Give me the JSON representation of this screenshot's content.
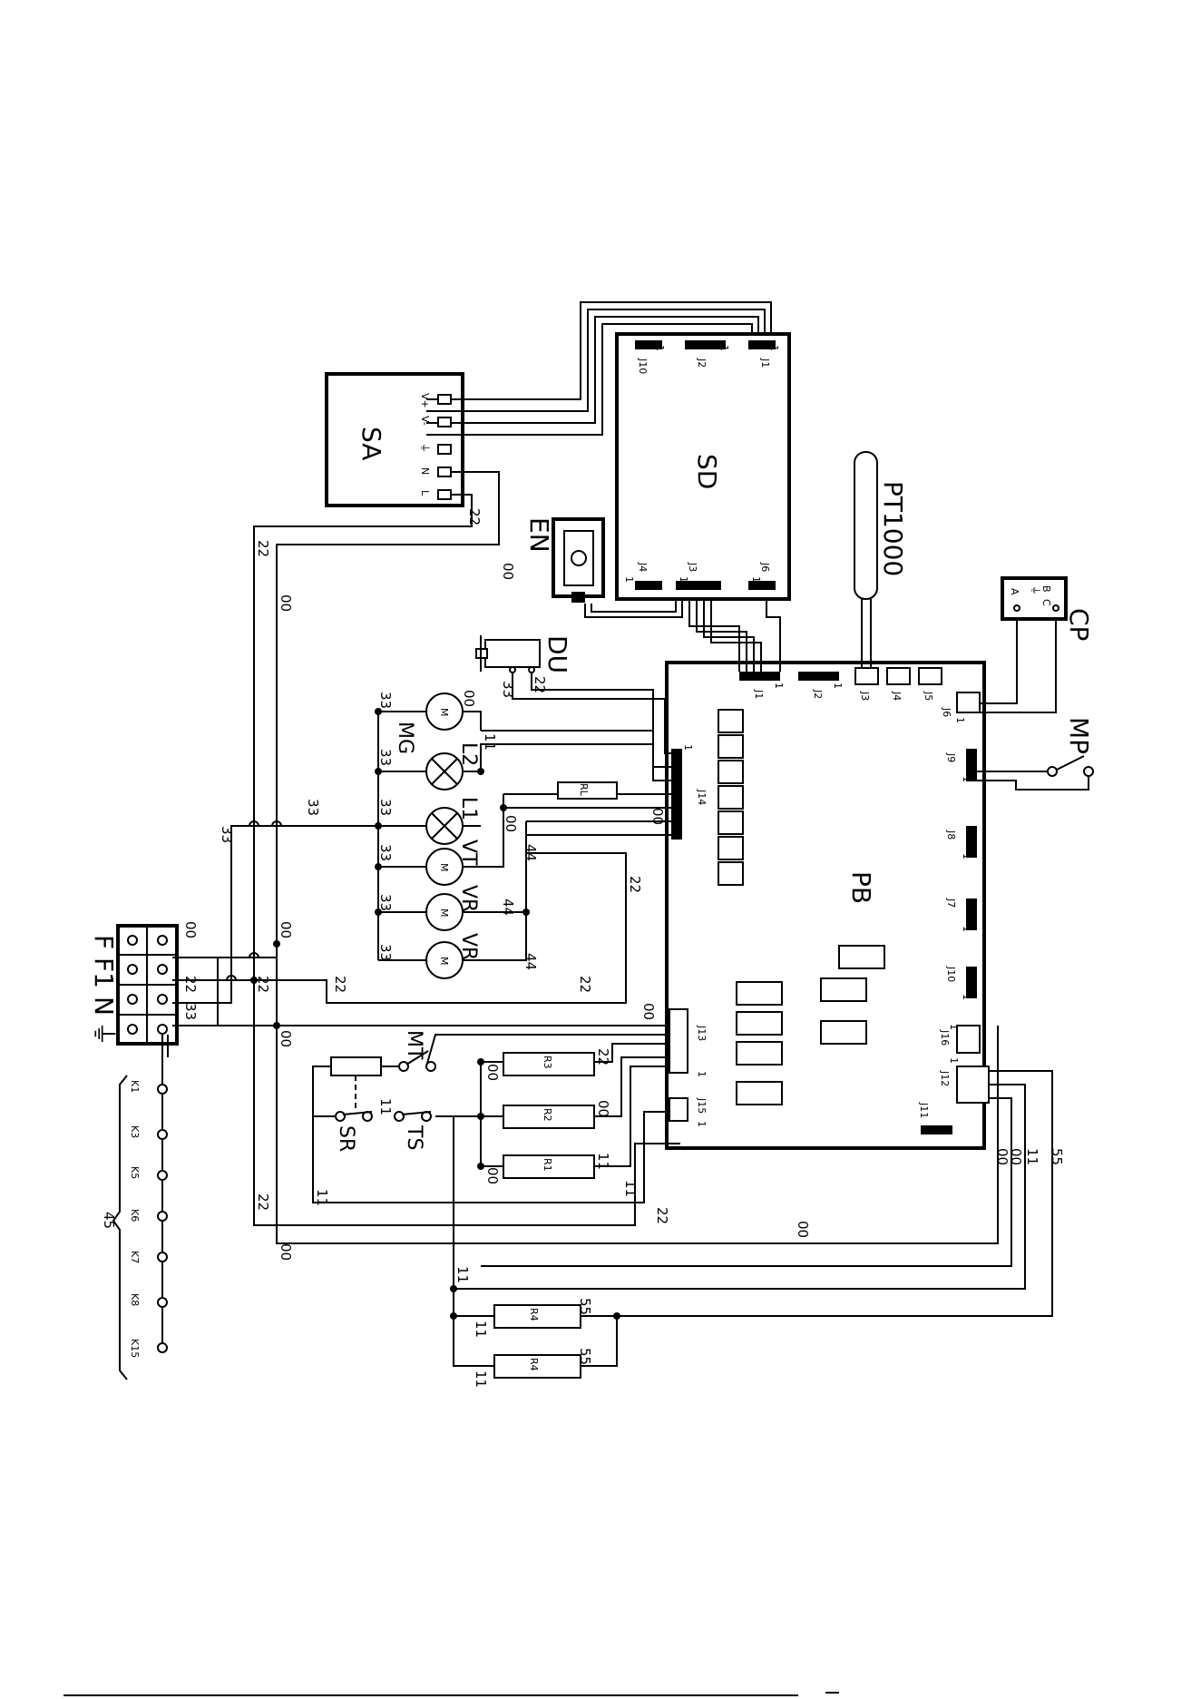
{
  "components": {
    "SA": "SA",
    "SD": "SD",
    "PB": "PB",
    "EN": "EN",
    "DU": "DU",
    "PT1000": "PT1000",
    "CP": "CP",
    "MP": "MP",
    "MG": "MG",
    "L2": "L2",
    "L1": "L1",
    "VT": "VT",
    "VR1": "VR",
    "VR2": "VR",
    "MT": "MT",
    "SR": "SR",
    "TS": "TS",
    "R1": "R1",
    "R2": "R2",
    "R3": "R3",
    "R4a": "R4",
    "R4b": "R4",
    "RL": "RL",
    "motor_symbol": "M",
    "lamp_symbol": "X"
  },
  "sa_terminals": [
    "V+",
    "V-",
    "⏚",
    "N",
    "L"
  ],
  "cp_terminals": [
    "B",
    "⏚",
    "C",
    "A"
  ],
  "sd_connectors": [
    "J10",
    "J2",
    "J1",
    "J4",
    "J3",
    "J6"
  ],
  "pb_connectors": [
    "J1",
    "J2",
    "J3",
    "J4",
    "J5",
    "J6",
    "J9",
    "J8",
    "J7",
    "J10",
    "J16",
    "J12",
    "J11",
    "J14",
    "J13",
    "J15"
  ],
  "pin1_marker": "1",
  "terminal_block": [
    "F",
    "F1",
    "N",
    "⏚"
  ],
  "keys": [
    "K1",
    "K3",
    "K5",
    "K6",
    "K7",
    "K8",
    "K15"
  ],
  "keys_group": "45",
  "wire_numbers": {
    "n00": "00",
    "n11": "11",
    "n22": "22",
    "n33": "33",
    "n44": "44",
    "n55": "55"
  }
}
